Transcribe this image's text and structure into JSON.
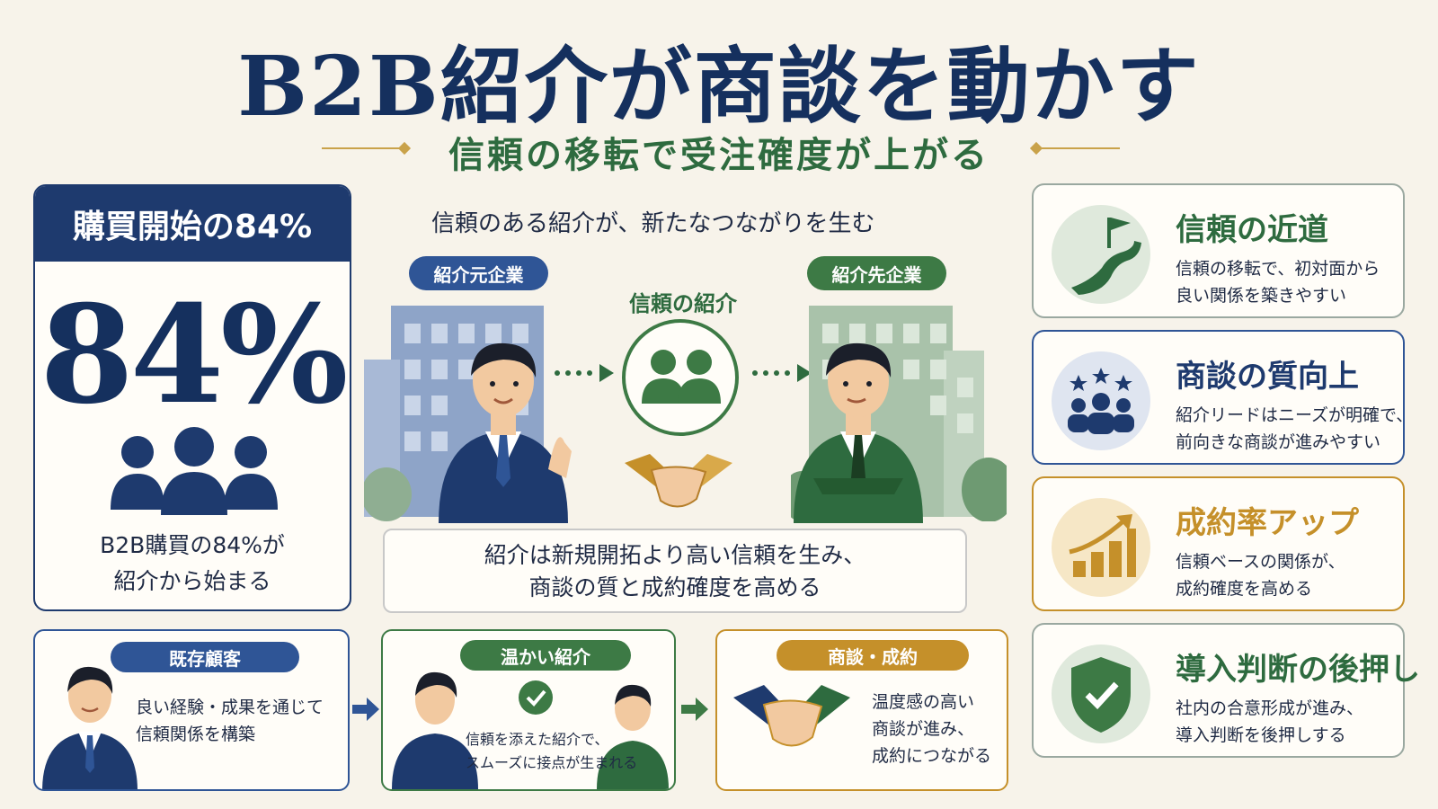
{
  "header": {
    "title": "B2B紹介が商談を動かす",
    "subtitle": "信頼の移転で受注確度が上がる"
  },
  "stat_card": {
    "heading": "購買開始の84%",
    "value": "84%",
    "description_line1": "B2B購買の84%が",
    "description_line2": "紹介から始まる"
  },
  "center": {
    "heading": "信頼のある紹介が、新たなつながりを生む",
    "source_label": "紹介元企業",
    "target_label": "紹介先企業",
    "trust_label": "信頼の紹介",
    "summary_line1": "紹介は新規開拓より高い信頼を生み、",
    "summary_line2": "商談の質と成約確度を高める"
  },
  "flow": [
    {
      "label": "既存顧客",
      "line1": "良い経験・成果を通じて",
      "line2": "信頼関係を構築",
      "line3": ""
    },
    {
      "label": "温かい紹介",
      "line1": "信頼を添えた紹介で、",
      "line2": "スムーズに接点が生まれる",
      "line3": ""
    },
    {
      "label": "商談・成約",
      "line1": "温度感の高い",
      "line2": "商談が進み、",
      "line3": "成約につながる"
    }
  ],
  "features": [
    {
      "title": "信頼の近道",
      "line1": "信頼の移転で、初対面から",
      "line2": "良い関係を築きやすい",
      "icon": "flag-road-icon"
    },
    {
      "title": "商談の質向上",
      "line1": "紹介リードはニーズが明確で、",
      "line2": "前向きな商談が進みやすい",
      "icon": "team-stars-icon"
    },
    {
      "title": "成約率アップ",
      "line1": "信頼ベースの関係が、",
      "line2": "成約確度を高める",
      "icon": "growth-chart-icon"
    },
    {
      "title": "導入判断の後押し",
      "line1": "社内の合意形成が進み、",
      "line2": "導入判断を後押しする",
      "icon": "shield-check-icon"
    }
  ],
  "colors": {
    "navy": "#15305e",
    "blue": "#2f5596",
    "green": "#3d7a45",
    "gold": "#c5902a",
    "background": "#f7f3ea"
  }
}
